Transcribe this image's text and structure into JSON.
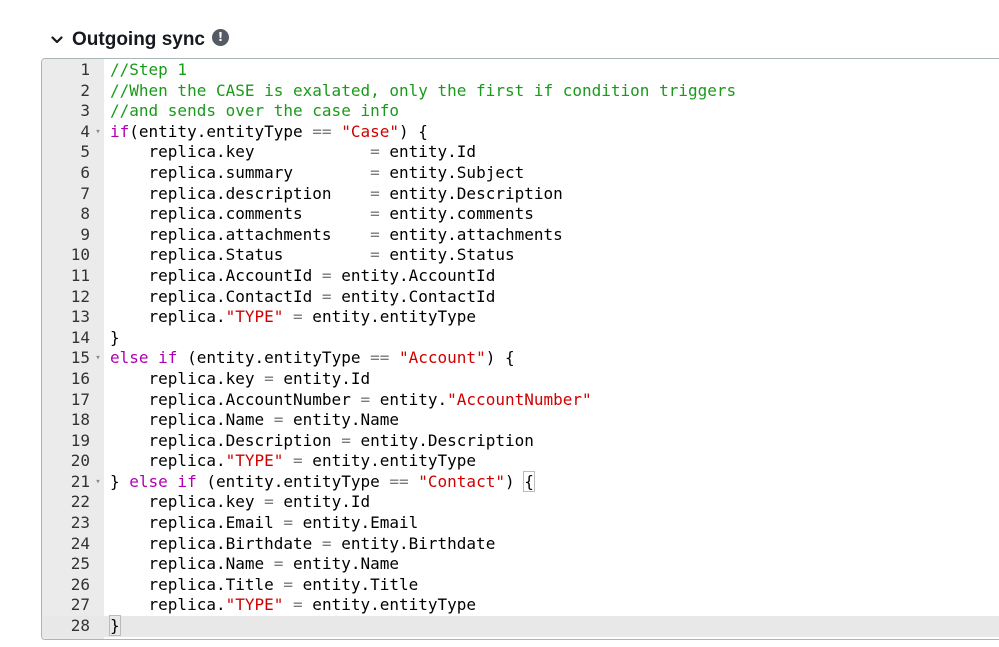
{
  "section": {
    "title": "Outgoing sync",
    "info_icon": "info-circle-icon",
    "chevron_icon": "chevron-down-icon"
  },
  "editor": {
    "lines": [
      {
        "num": "1",
        "fold": false,
        "tokens": [
          {
            "t": "comment",
            "v": "//Step 1"
          }
        ]
      },
      {
        "num": "2",
        "fold": false,
        "tokens": [
          {
            "t": "comment",
            "v": "//When the CASE is exalated, only the first if condition triggers"
          }
        ]
      },
      {
        "num": "3",
        "fold": false,
        "tokens": [
          {
            "t": "comment",
            "v": "//and sends over the case info"
          }
        ]
      },
      {
        "num": "4",
        "fold": true,
        "tokens": [
          {
            "t": "keyword",
            "v": "if"
          },
          {
            "t": "text",
            "v": "(entity.entityType "
          },
          {
            "t": "operator",
            "v": "=="
          },
          {
            "t": "text",
            "v": " "
          },
          {
            "t": "string",
            "v": "\"Case\""
          },
          {
            "t": "text",
            "v": ") {"
          }
        ]
      },
      {
        "num": "5",
        "fold": false,
        "tokens": [
          {
            "t": "text",
            "v": "    replica.key            "
          },
          {
            "t": "operator",
            "v": "="
          },
          {
            "t": "text",
            "v": " entity.Id"
          }
        ]
      },
      {
        "num": "6",
        "fold": false,
        "tokens": [
          {
            "t": "text",
            "v": "    replica.summary        "
          },
          {
            "t": "operator",
            "v": "="
          },
          {
            "t": "text",
            "v": " entity.Subject"
          }
        ]
      },
      {
        "num": "7",
        "fold": false,
        "tokens": [
          {
            "t": "text",
            "v": "    replica.description    "
          },
          {
            "t": "operator",
            "v": "="
          },
          {
            "t": "text",
            "v": " entity.Description"
          }
        ]
      },
      {
        "num": "8",
        "fold": false,
        "tokens": [
          {
            "t": "text",
            "v": "    replica.comments       "
          },
          {
            "t": "operator",
            "v": "="
          },
          {
            "t": "text",
            "v": " entity.comments"
          }
        ]
      },
      {
        "num": "9",
        "fold": false,
        "tokens": [
          {
            "t": "text",
            "v": "    replica.attachments    "
          },
          {
            "t": "operator",
            "v": "="
          },
          {
            "t": "text",
            "v": " entity.attachments"
          }
        ]
      },
      {
        "num": "10",
        "fold": false,
        "tokens": [
          {
            "t": "text",
            "v": "    replica.Status         "
          },
          {
            "t": "operator",
            "v": "="
          },
          {
            "t": "text",
            "v": " entity.Status"
          }
        ]
      },
      {
        "num": "11",
        "fold": false,
        "tokens": [
          {
            "t": "text",
            "v": "    replica.AccountId "
          },
          {
            "t": "operator",
            "v": "="
          },
          {
            "t": "text",
            "v": " entity.AccountId"
          }
        ]
      },
      {
        "num": "12",
        "fold": false,
        "tokens": [
          {
            "t": "text",
            "v": "    replica.ContactId "
          },
          {
            "t": "operator",
            "v": "="
          },
          {
            "t": "text",
            "v": " entity.ContactId"
          }
        ]
      },
      {
        "num": "13",
        "fold": false,
        "tokens": [
          {
            "t": "text",
            "v": "    replica."
          },
          {
            "t": "string",
            "v": "\"TYPE\""
          },
          {
            "t": "text",
            "v": " "
          },
          {
            "t": "operator",
            "v": "="
          },
          {
            "t": "text",
            "v": " entity.entityType"
          }
        ]
      },
      {
        "num": "14",
        "fold": false,
        "tokens": [
          {
            "t": "text",
            "v": "}"
          }
        ]
      },
      {
        "num": "15",
        "fold": true,
        "tokens": [
          {
            "t": "keyword",
            "v": "else if"
          },
          {
            "t": "text",
            "v": " (entity.entityType "
          },
          {
            "t": "operator",
            "v": "=="
          },
          {
            "t": "text",
            "v": " "
          },
          {
            "t": "string",
            "v": "\"Account\""
          },
          {
            "t": "text",
            "v": ") {"
          }
        ]
      },
      {
        "num": "16",
        "fold": false,
        "tokens": [
          {
            "t": "text",
            "v": "    replica.key "
          },
          {
            "t": "operator",
            "v": "="
          },
          {
            "t": "text",
            "v": " entity.Id"
          }
        ]
      },
      {
        "num": "17",
        "fold": false,
        "tokens": [
          {
            "t": "text",
            "v": "    replica.AccountNumber "
          },
          {
            "t": "operator",
            "v": "="
          },
          {
            "t": "text",
            "v": " entity."
          },
          {
            "t": "string",
            "v": "\"AccountNumber\""
          }
        ]
      },
      {
        "num": "18",
        "fold": false,
        "tokens": [
          {
            "t": "text",
            "v": "    replica.Name "
          },
          {
            "t": "operator",
            "v": "="
          },
          {
            "t": "text",
            "v": " entity.Name"
          }
        ]
      },
      {
        "num": "19",
        "fold": false,
        "tokens": [
          {
            "t": "text",
            "v": "    replica.Description "
          },
          {
            "t": "operator",
            "v": "="
          },
          {
            "t": "text",
            "v": " entity.Description"
          }
        ]
      },
      {
        "num": "20",
        "fold": false,
        "tokens": [
          {
            "t": "text",
            "v": "    replica."
          },
          {
            "t": "string",
            "v": "\"TYPE\""
          },
          {
            "t": "text",
            "v": " "
          },
          {
            "t": "operator",
            "v": "="
          },
          {
            "t": "text",
            "v": " entity.entityType"
          }
        ]
      },
      {
        "num": "21",
        "fold": true,
        "tokens": [
          {
            "t": "text",
            "v": "} "
          },
          {
            "t": "keyword",
            "v": "else if"
          },
          {
            "t": "text",
            "v": " (entity.entityType "
          },
          {
            "t": "operator",
            "v": "=="
          },
          {
            "t": "text",
            "v": " "
          },
          {
            "t": "string",
            "v": "\"Contact\""
          },
          {
            "t": "text",
            "v": ") "
          },
          {
            "t": "bracket",
            "v": "{"
          }
        ]
      },
      {
        "num": "22",
        "fold": false,
        "tokens": [
          {
            "t": "text",
            "v": "    replica.key "
          },
          {
            "t": "operator",
            "v": "="
          },
          {
            "t": "text",
            "v": " entity.Id"
          }
        ]
      },
      {
        "num": "23",
        "fold": false,
        "tokens": [
          {
            "t": "text",
            "v": "    replica.Email "
          },
          {
            "t": "operator",
            "v": "="
          },
          {
            "t": "text",
            "v": " entity.Email"
          }
        ]
      },
      {
        "num": "24",
        "fold": false,
        "tokens": [
          {
            "t": "text",
            "v": "    replica.Birthdate "
          },
          {
            "t": "operator",
            "v": "="
          },
          {
            "t": "text",
            "v": " entity.Birthdate"
          }
        ]
      },
      {
        "num": "25",
        "fold": false,
        "tokens": [
          {
            "t": "text",
            "v": "    replica.Name "
          },
          {
            "t": "operator",
            "v": "="
          },
          {
            "t": "text",
            "v": " entity.Name"
          }
        ]
      },
      {
        "num": "26",
        "fold": false,
        "tokens": [
          {
            "t": "text",
            "v": "    replica.Title "
          },
          {
            "t": "operator",
            "v": "="
          },
          {
            "t": "text",
            "v": " entity.Title"
          }
        ]
      },
      {
        "num": "27",
        "fold": false,
        "tokens": [
          {
            "t": "text",
            "v": "    replica."
          },
          {
            "t": "string",
            "v": "\"TYPE\""
          },
          {
            "t": "text",
            "v": " "
          },
          {
            "t": "operator",
            "v": "="
          },
          {
            "t": "text",
            "v": " entity.entityType"
          }
        ]
      },
      {
        "num": "28",
        "fold": false,
        "active": true,
        "tokens": [
          {
            "t": "bracket",
            "v": "}"
          }
        ]
      }
    ]
  }
}
